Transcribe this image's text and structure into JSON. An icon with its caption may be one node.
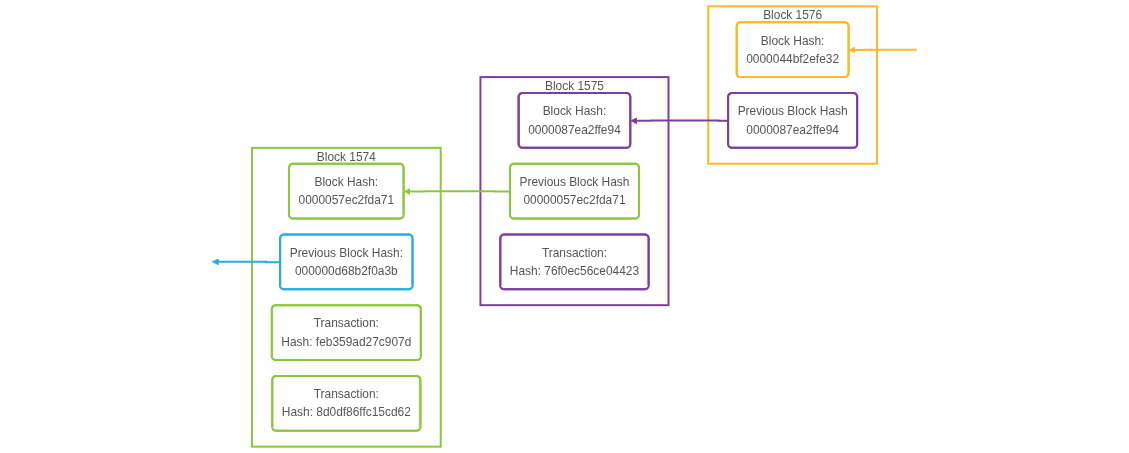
{
  "diagram": {
    "nodes": [
      {
        "text": [
          "Block 1574"
        ]
      },
      {
        "text": [
          "Block Hash:",
          "0000057ec2fda71"
        ],
        "in": 0
      },
      {
        "text": [
          "Previous Block Hash:",
          "000000d68b2f0a3b"
        ],
        "in": 0
      },
      {
        "text": [
          "Transaction:",
          "Hash: feb359ad27c907d"
        ],
        "in": 0
      },
      {
        "text": [
          "Transaction:",
          "Hash: 8d0df86ffc15cd62"
        ],
        "in": 0
      },
      {
        "text": [
          "Block 1575"
        ]
      },
      {
        "text": [
          "Block Hash:",
          "0000087ea2ffe94"
        ],
        "in": 5
      },
      {
        "text": [
          "Previous Block Hash",
          "00000057ec2fda71"
        ],
        "in": 5
      },
      {
        "text": [
          "Transaction:",
          "Hash: 76f0ec56ce04423"
        ],
        "in": 5
      },
      {
        "text": [
          "Block 1576"
        ]
      },
      {
        "text": [
          "Block Hash:",
          "0000044bf2efe32"
        ],
        "in": 9
      },
      {
        "text": [
          "Previous Block Hash",
          "0000087ea2ffe94"
        ],
        "in": 9
      }
    ],
    "edges": [
      {
        "from": 2,
        "to": null,
        "arrow": "to",
        "color": "#29abe2"
      },
      {
        "from": 7,
        "to": 1,
        "arrow": "to",
        "color": "#8cc63f"
      },
      {
        "from": 11,
        "to": 6,
        "arrow": "to",
        "color": "#7b3f9e"
      },
      {
        "from": null,
        "to": 10,
        "arrow": "to",
        "color": "#f7b924"
      }
    ]
  }
}
